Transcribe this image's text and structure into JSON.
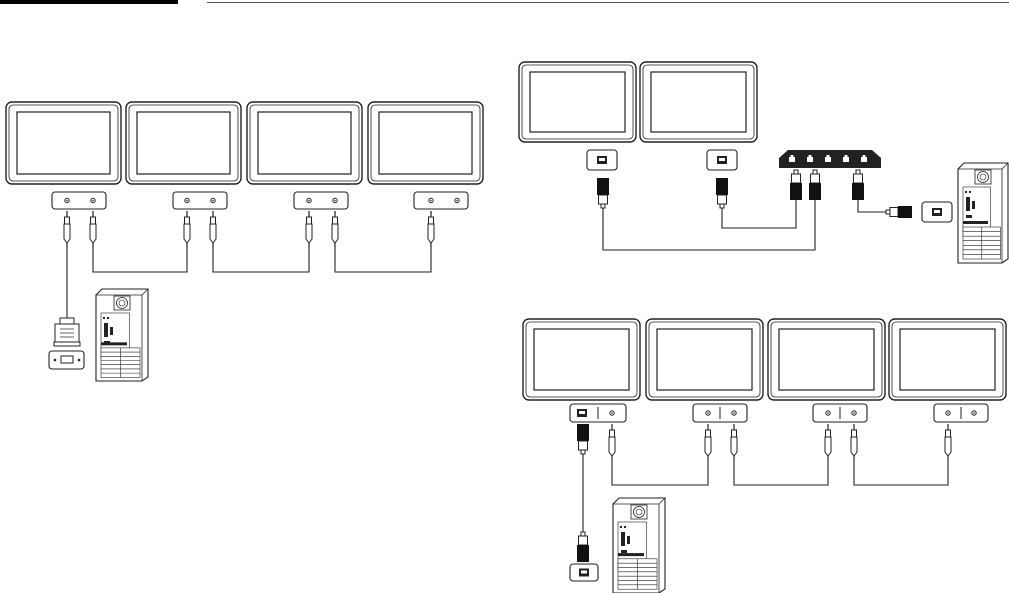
{
  "page": {
    "header_bar_color": "#000000",
    "rule_color": "#555555"
  },
  "diagram": {
    "ink_color": "#222222",
    "fill_color": "#ffffff",
    "plug_color": "#111111",
    "icons": {
      "monitor": "monitor-icon",
      "computer": "desktop-tower-icon",
      "rs232c_port": "rs232c-port-icon",
      "rgb_d_sub_connector": "d-sub-connector-icon",
      "stereo_jack": "stereo-jack-icon",
      "lan_port": "lan-port-icon",
      "rj45_plug": "rj45-plug-icon",
      "hub": "network-hub-icon"
    },
    "setups": [
      {
        "name": "rs232c-daisy-chain",
        "monitors": 4,
        "links": "stereo-cable",
        "host_link": "d-sub-to-stereo"
      },
      {
        "name": "lan-hub-connection",
        "monitors": 2,
        "links": "lan-cable",
        "hub_ports": 5
      },
      {
        "name": "lan-rs232c-mixed",
        "monitors": 4,
        "links": "stereo-cable",
        "host_link": "lan-cable"
      }
    ]
  }
}
